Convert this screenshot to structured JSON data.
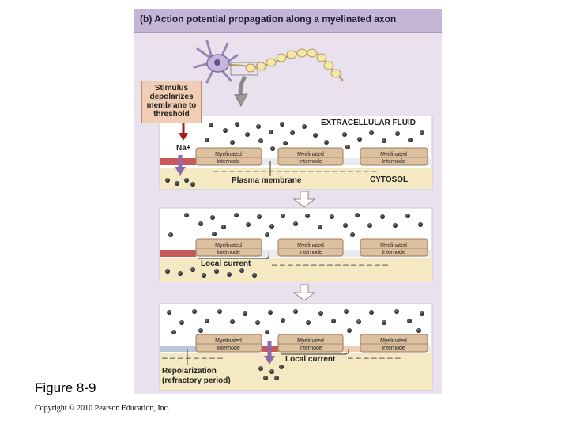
{
  "title": "(b) Action potential propagation along a myelinated axon",
  "stimulus": {
    "line1": "Stimulus",
    "line2": "depolarizes",
    "line3": "membrane to",
    "line4": "threshold"
  },
  "labels": {
    "na_plus": "Na+",
    "extracellular_fluid": "EXTRACELLULAR FLUID",
    "plasma_membrane": "Plasma membrane",
    "cytosol": "CYTOSOL",
    "local_current": "Local current",
    "repolarization_line1": "Repolarization",
    "repolarization_line2": "(refractory period)"
  },
  "internode": {
    "line1": "Myelinated",
    "line2": "Internode"
  },
  "figure_label": "Figure 8-9",
  "copyright": "Copyright © 2010 Pearson Education, Inc.",
  "colors": {
    "title_bar": "#c5b6d6",
    "panel_bg": "#e9e2ee",
    "extracellular": "#ffffff",
    "cytosol": "#f5e9c3",
    "myelin": "#dcc0a0",
    "depolarized_node": "#c9585a",
    "repolarized_node": "#b9c7dd",
    "arrow_purple": "#8e6aa8"
  }
}
